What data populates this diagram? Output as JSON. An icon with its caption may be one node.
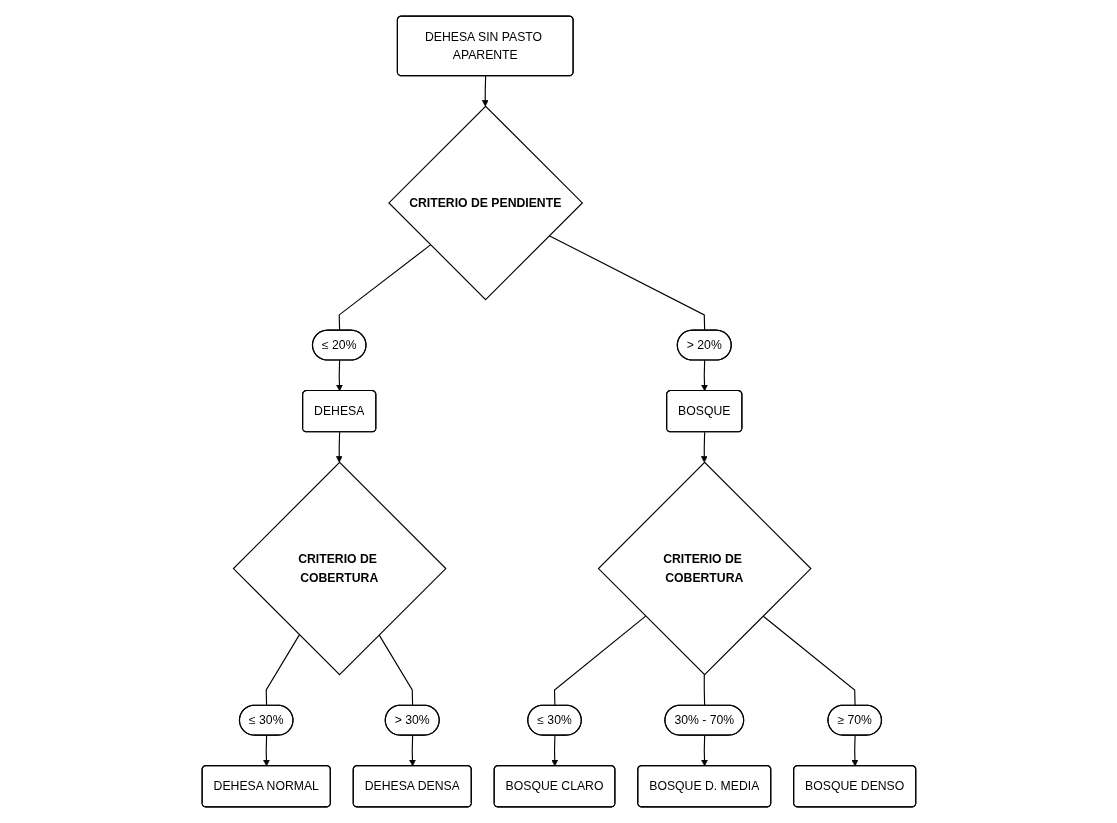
{
  "diagram": {
    "nodes": [
      {
        "text": [
          "DEHESA SIN PASTO APARENTE"
        ]
      },
      {
        "text": [
          "CRITERIO DE PENDIENTE"
        ]
      },
      {
        "text": [
          "≤ 20%"
        ]
      },
      {
        "text": [
          "> 20%"
        ]
      },
      {
        "text": [
          "DEHESA"
        ]
      },
      {
        "text": [
          "BOSQUE"
        ]
      },
      {
        "text": [
          "CRITERIO DE COBERTURA"
        ]
      },
      {
        "text": [
          "CRITERIO DE COBERTURA"
        ]
      },
      {
        "text": [
          "≤ 30%"
        ]
      },
      {
        "text": [
          "> 30%"
        ]
      },
      {
        "text": [
          "≤ 30%"
        ]
      },
      {
        "text": [
          "30% - 70%"
        ]
      },
      {
        "text": [
          "≥ 70%"
        ]
      },
      {
        "text": [
          "DEHESA NORMAL"
        ]
      },
      {
        "text": [
          "DEHESA DENSA"
        ]
      },
      {
        "text": [
          "BOSQUE CLARO"
        ]
      },
      {
        "text": [
          "BOSQUE D. MEDIA"
        ]
      },
      {
        "text": [
          "BOSQUE DENSO"
        ]
      }
    ],
    "edges": [
      {
        "from": 0,
        "to": 1,
        "arrow": "to"
      },
      {
        "from": 1,
        "to": 2,
        "arrow": "none"
      },
      {
        "from": 1,
        "to": 3,
        "arrow": "none"
      },
      {
        "from": 2,
        "to": 4,
        "arrow": "to"
      },
      {
        "from": 3,
        "to": 5,
        "arrow": "to"
      },
      {
        "from": 4,
        "to": 6,
        "arrow": "to"
      },
      {
        "from": 5,
        "to": 7,
        "arrow": "to"
      },
      {
        "from": 6,
        "to": 8,
        "arrow": "none"
      },
      {
        "from": 6,
        "to": 9,
        "arrow": "none"
      },
      {
        "from": 7,
        "to": 10,
        "arrow": "none"
      },
      {
        "from": 7,
        "to": 11,
        "arrow": "none"
      },
      {
        "from": 7,
        "to": 12,
        "arrow": "none"
      },
      {
        "from": 8,
        "to": 13,
        "arrow": "to"
      },
      {
        "from": 9,
        "to": 14,
        "arrow": "to"
      },
      {
        "from": 10,
        "to": 15,
        "arrow": "to"
      },
      {
        "from": 11,
        "to": 16,
        "arrow": "to"
      },
      {
        "from": 12,
        "to": 17,
        "arrow": "to"
      }
    ]
  }
}
